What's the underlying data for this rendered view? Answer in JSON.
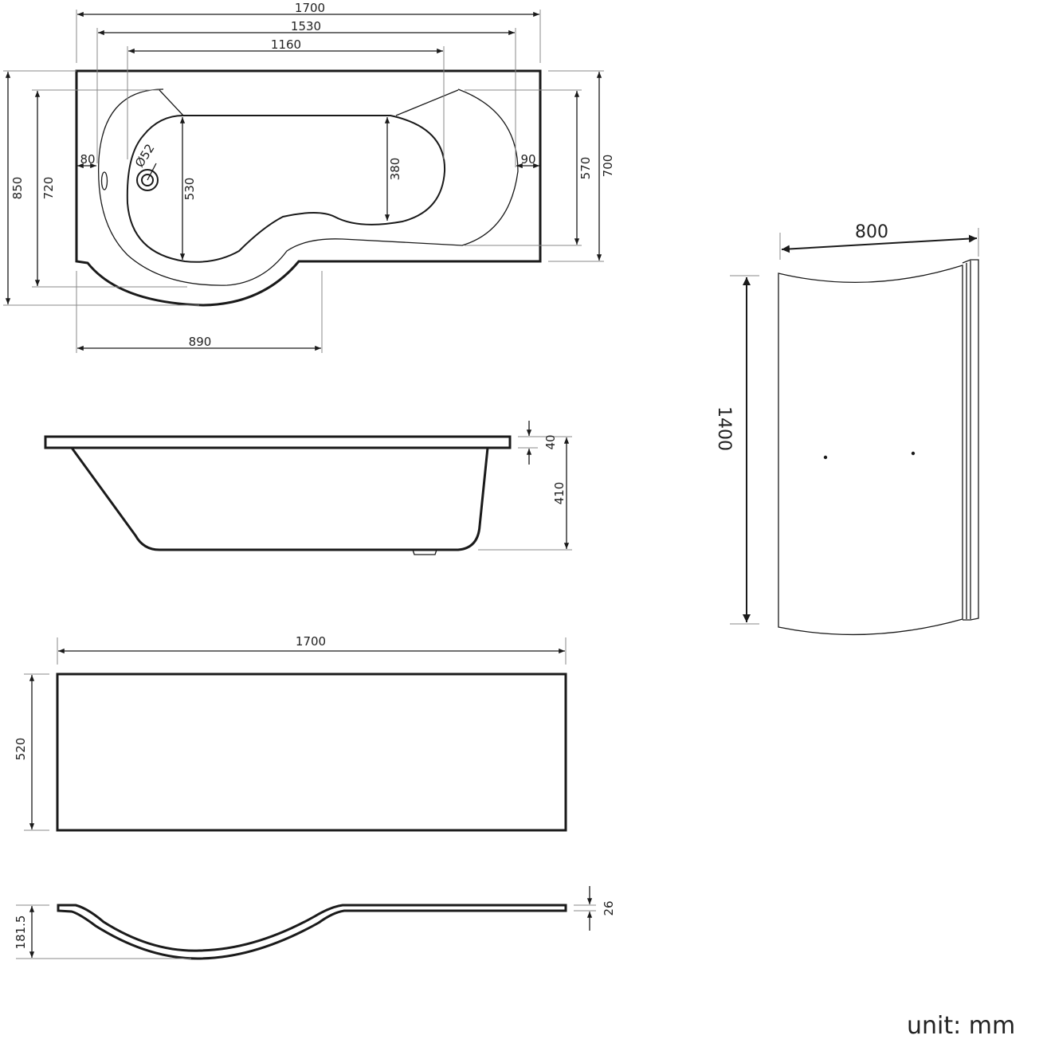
{
  "unit_label": "unit: mm",
  "top_view": {
    "dims": {
      "length": "1700",
      "inner_length": "1530",
      "bowl_length": "1160",
      "height_total": "850",
      "height_inner": "720",
      "left_rim": "80",
      "waste_dia": "Ø52",
      "bowl_depth_left": "530",
      "bowl_depth_right": "380",
      "right_rim": "90",
      "right_inner": "570",
      "right_outer": "700",
      "front_length": "890"
    }
  },
  "side_view": {
    "dims": {
      "rim_thickness": "40",
      "bath_depth": "410"
    }
  },
  "front_panel": {
    "dims": {
      "length": "1700",
      "height": "520"
    }
  },
  "panel_profile": {
    "dims": {
      "curve_depth": "181.5",
      "thickness": "26"
    }
  },
  "screen": {
    "dims": {
      "width": "800",
      "height": "1400"
    }
  }
}
